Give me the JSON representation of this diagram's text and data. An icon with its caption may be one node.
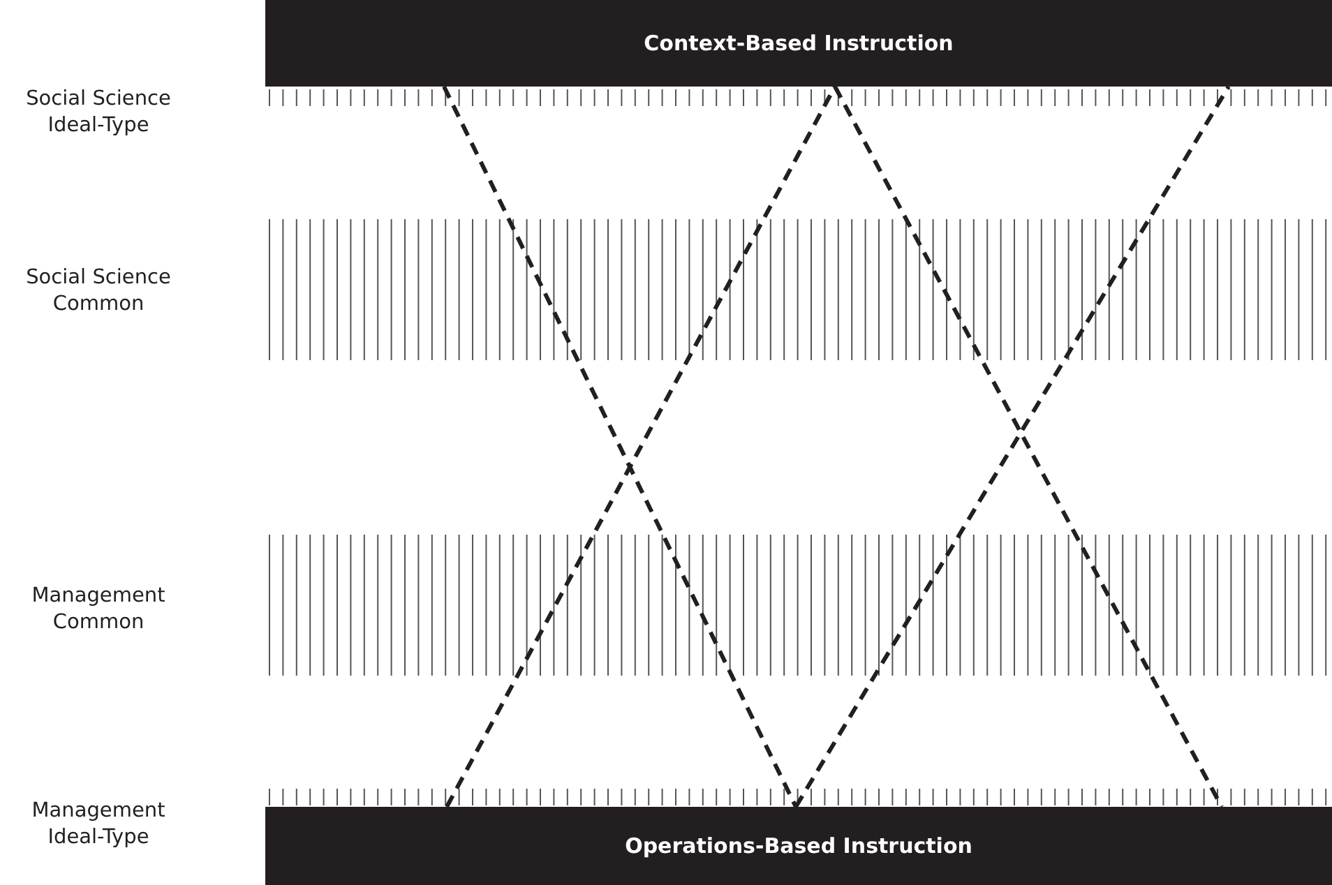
{
  "diagram": {
    "nodes": [
      {
        "text": [
          "Context-Based Instruction"
        ]
      },
      {
        "text": [
          "Operations-Based Instruction"
        ]
      }
    ],
    "edges": [
      {
        "from": 0,
        "to": 1,
        "arrow": "none",
        "style": "dashed"
      },
      {
        "from": 1,
        "to": 0,
        "arrow": "none",
        "style": "dashed"
      },
      {
        "from": 0,
        "to": 1,
        "arrow": "none",
        "style": "dashed"
      },
      {
        "from": 1,
        "to": 0,
        "arrow": "none",
        "style": "dashed"
      }
    ],
    "labels": [
      "Social Science Ideal-Type",
      "Social Science Common",
      "Management Common",
      "Management Ideal-Type"
    ]
  }
}
